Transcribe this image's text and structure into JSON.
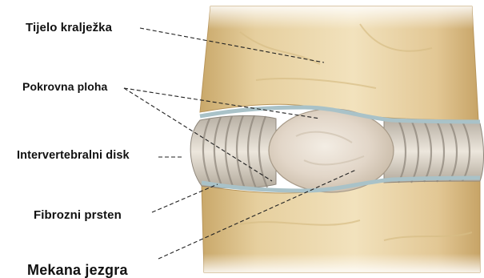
{
  "labels": {
    "vertebral_body": "Tijelo kralježka",
    "end_plate": "Pokrovna ploha",
    "intervertebral_disc": "Intervertebralni disk",
    "annulus_fibrosus": "Fibrozni prsten",
    "nucleus_pulposus": "Mekana jezgra"
  },
  "colors": {
    "bone": "#e8d2a4",
    "bone_shadow": "#c9a86a",
    "end_plate": "#a9c2c8",
    "annulus": "#d9d2c6",
    "annulus_stripe": "#8f877c",
    "nucleus": "#e4dbd0",
    "leader_line": "#222222"
  }
}
